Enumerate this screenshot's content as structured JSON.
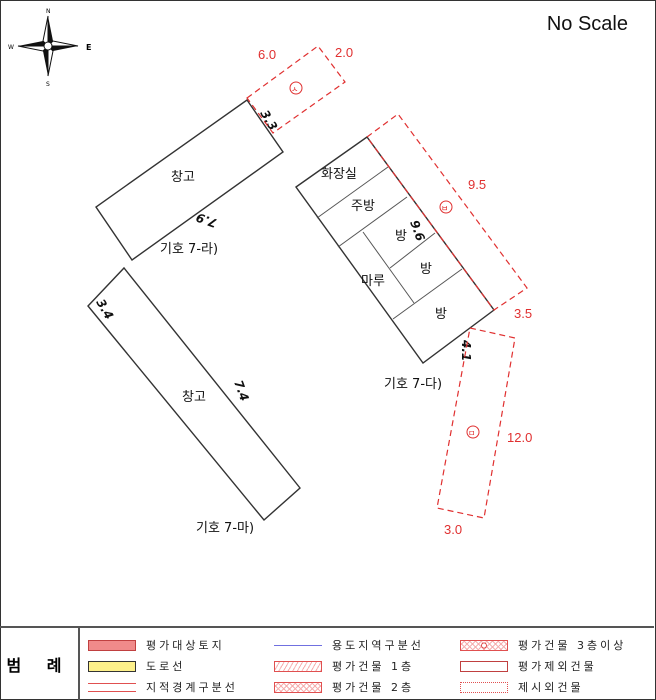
{
  "header": {
    "scale_note": "No Scale"
  },
  "compass": {
    "n": "N",
    "s": "S",
    "e": "E",
    "w": "W"
  },
  "buildings": {
    "b_ra": {
      "room": "창고",
      "code": "기호 7-라)",
      "hand_dims": [
        "3.3",
        "7.9"
      ]
    },
    "b_ma": {
      "room": "창고",
      "code": "기호 7-마)",
      "hand_dims": [
        "3.4",
        "7.4"
      ]
    },
    "b_da": {
      "rooms": [
        "화장실",
        "주방",
        "방",
        "마루",
        "방",
        "방"
      ],
      "code": "기호 7-다)",
      "hand_dims": [
        "9.6",
        "4.1"
      ]
    }
  },
  "extras": {
    "s": {
      "symbol": "ㅅ",
      "dims": [
        "6.0",
        "2.0"
      ]
    },
    "b": {
      "symbol": "ㅂ",
      "dims": [
        "9.5",
        "3.5"
      ]
    },
    "m": {
      "symbol": "ㅁ",
      "dims": [
        "12.0",
        "3.0"
      ]
    }
  },
  "legend": {
    "title": "범 례",
    "items": [
      {
        "label": "평가대상토지",
        "style": "fill",
        "color": "#f08a8a"
      },
      {
        "label": "도로선",
        "style": "fill",
        "color": "#fdf08a"
      },
      {
        "label": "지적경계구분선",
        "style": "double-line",
        "color": "#e05050"
      },
      {
        "label": "용도지역구분선",
        "style": "line",
        "color": "#7070e0"
      },
      {
        "label": "평가건물 1층",
        "style": "hatch",
        "color": "#e05050"
      },
      {
        "label": "평가건물 2층",
        "style": "crosshatch",
        "color": "#e05050"
      },
      {
        "label": "평가건물 3층이상",
        "style": "crosshatch-dot",
        "color": "#e05050"
      },
      {
        "label": "평가제외건물",
        "style": "outline",
        "color": "#c04040"
      },
      {
        "label": "제시외건물",
        "style": "dotted",
        "color": "#e05050"
      }
    ]
  }
}
